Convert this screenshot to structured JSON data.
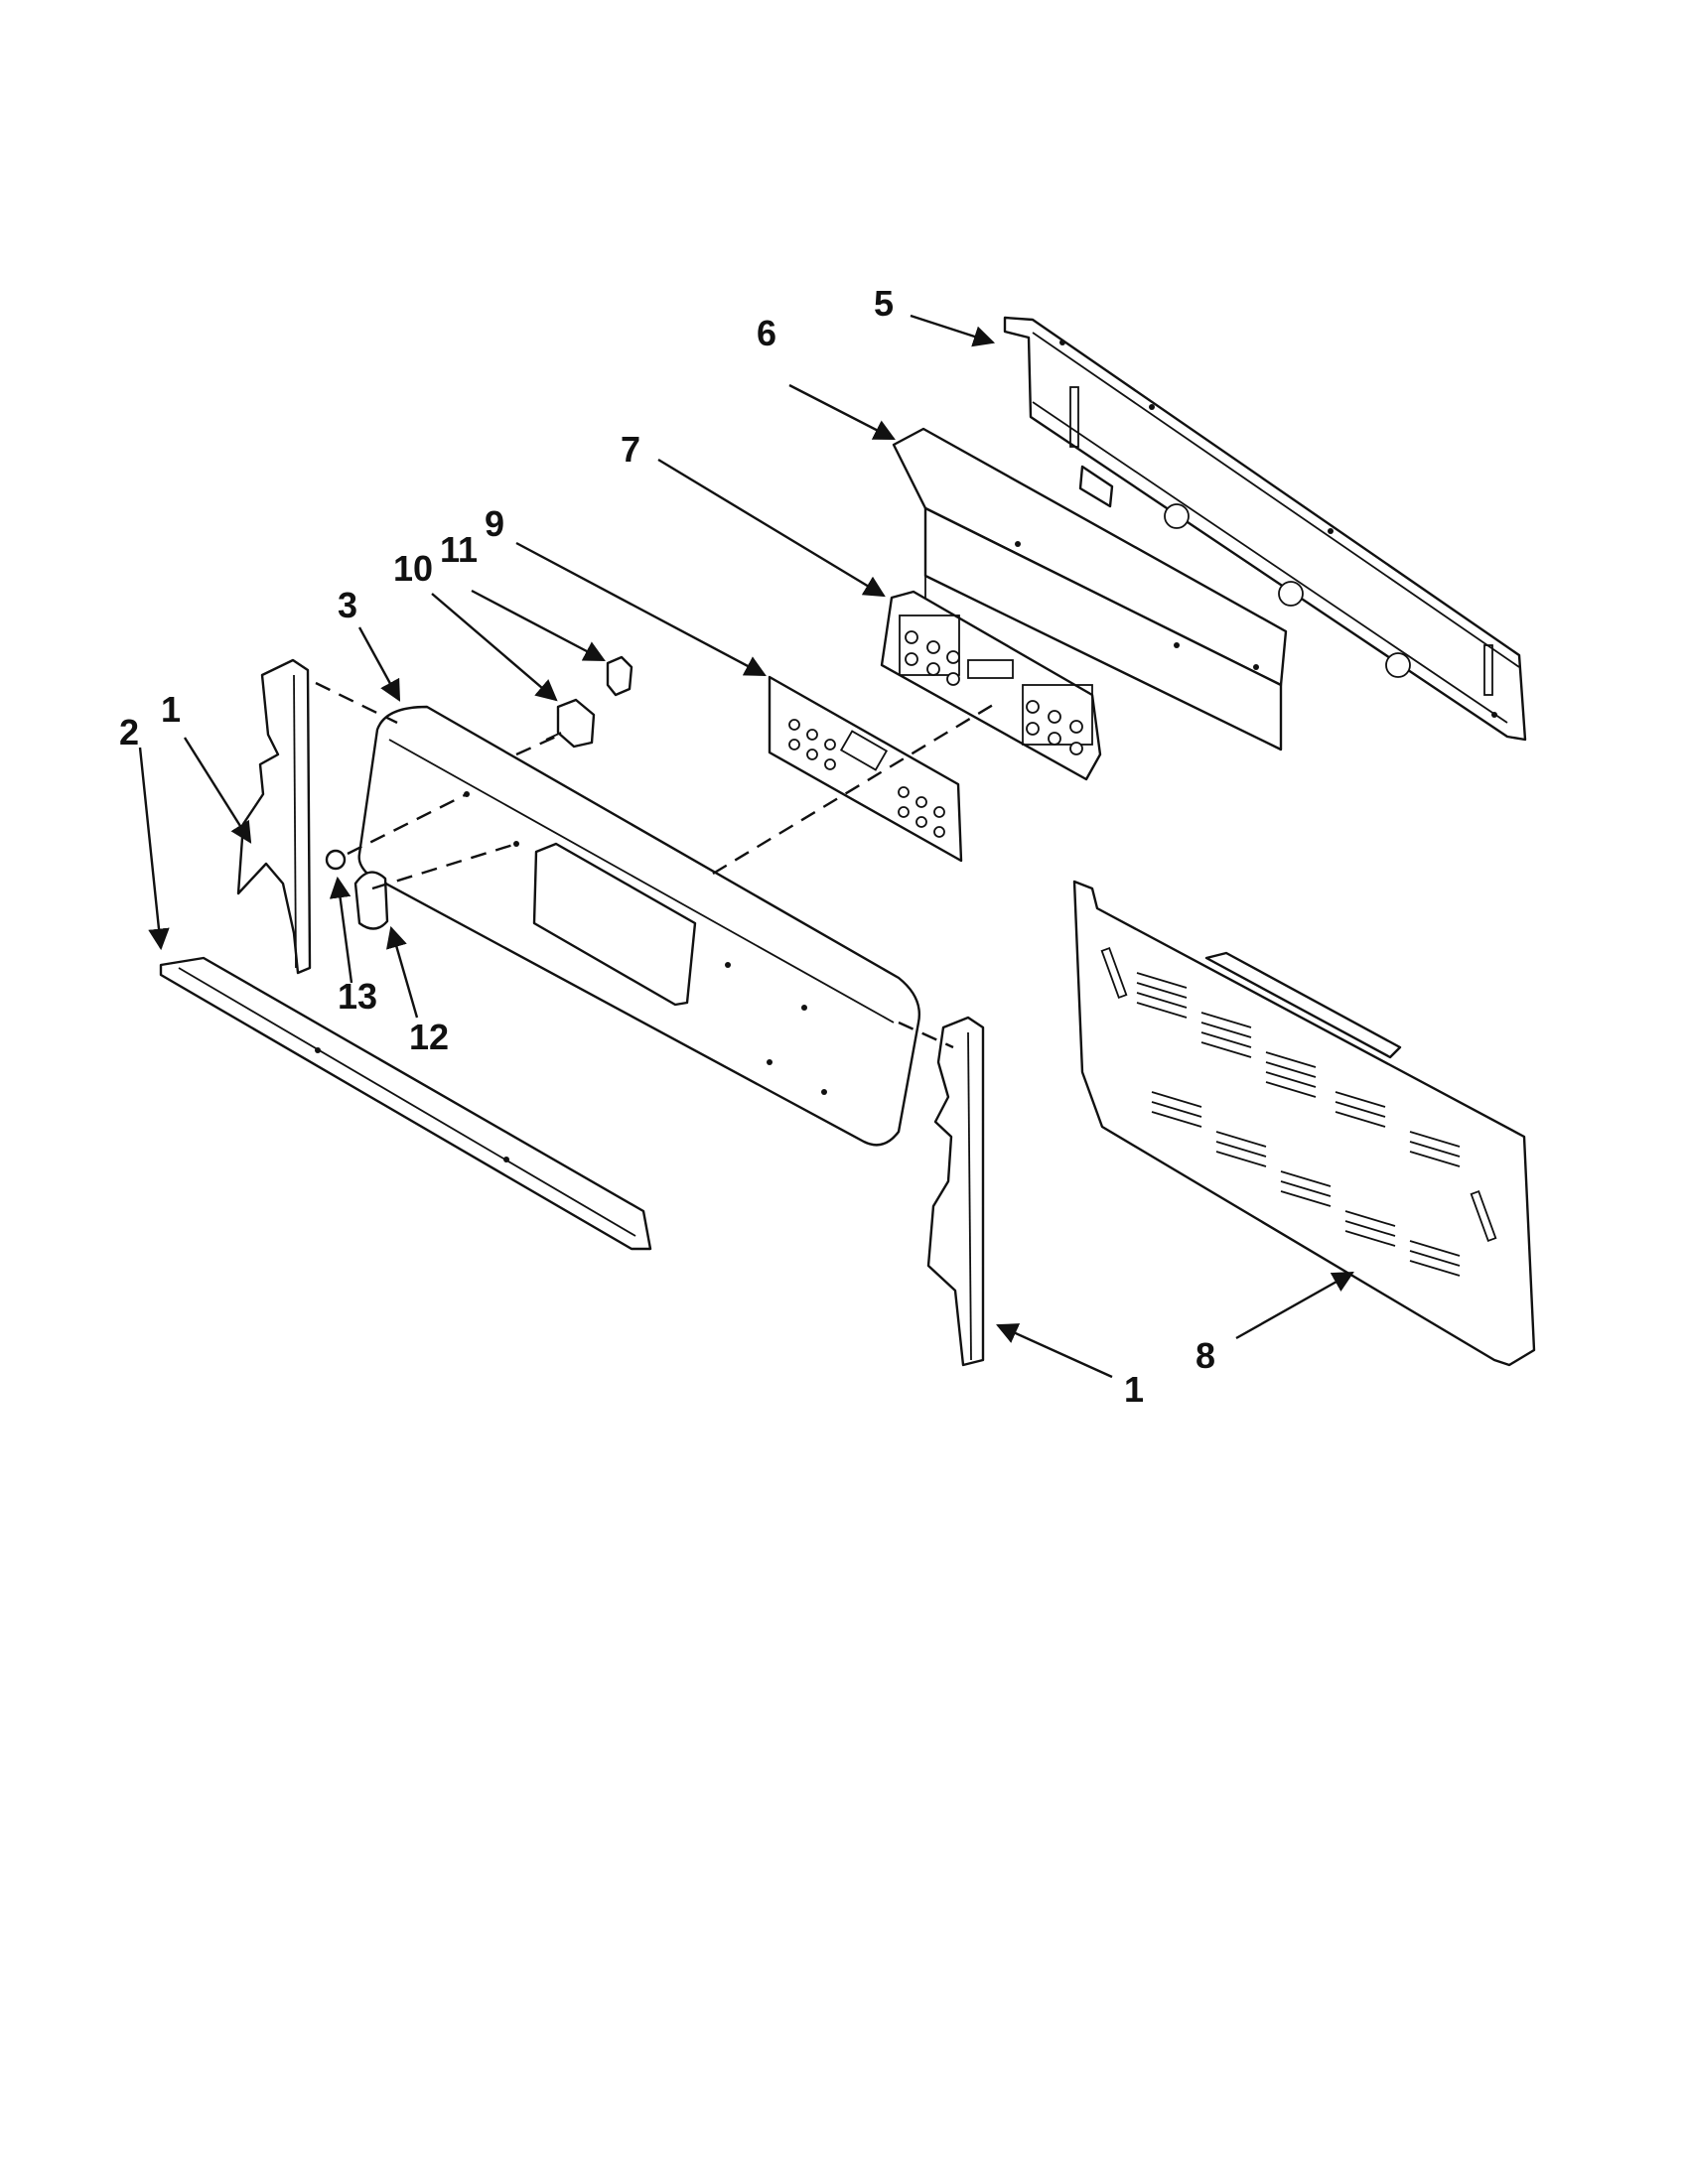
{
  "callouts": {
    "c1_left": "1",
    "c2": "2",
    "c3": "3",
    "c5": "5",
    "c6": "6",
    "c7": "7",
    "c8": "8",
    "c9": "9",
    "c10": "10",
    "c11": "11",
    "c12": "12",
    "c13": "13",
    "c1_right": "1"
  }
}
